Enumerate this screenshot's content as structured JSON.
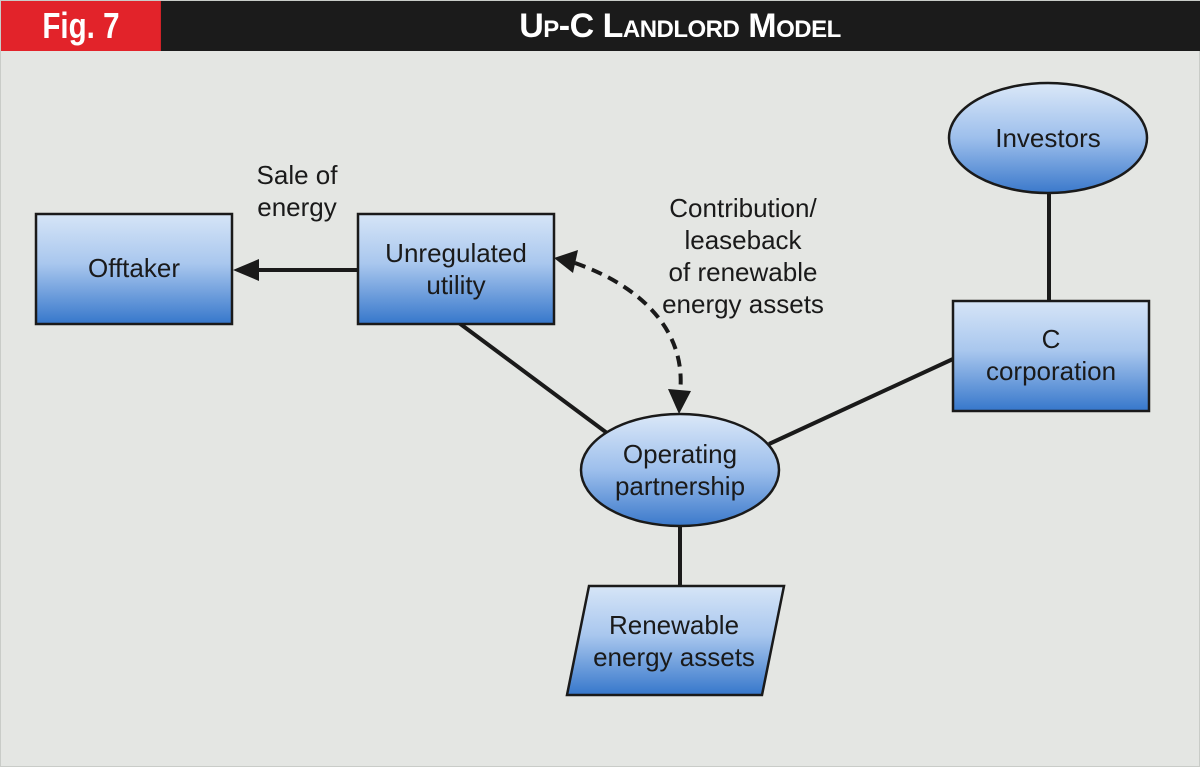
{
  "header": {
    "badge": "Fig. 7",
    "title": "Up-C Landlord Model"
  },
  "nodes": {
    "offtaker": "Offtaker",
    "utility_line1": "Unregulated",
    "utility_line2": "utility",
    "investors": "Investors",
    "ccorp_line1": "C",
    "ccorp_line2": "corporation",
    "op_line1": "Operating",
    "op_line2": "partnership",
    "assets_line1": "Renewable",
    "assets_line2": "energy assets"
  },
  "edge_labels": {
    "sale_line1": "Sale of",
    "sale_line2": "energy",
    "contrib_line1": "Contribution/",
    "contrib_line2": "leaseback",
    "contrib_line3": "of renewable",
    "contrib_line4": "energy assets"
  },
  "colors": {
    "accent_red": "#e2232a",
    "header_black": "#1b1b1b",
    "background": "#e4e6e3",
    "shape_light": "#cfe0f5",
    "shape_dark": "#3d7ccc"
  }
}
